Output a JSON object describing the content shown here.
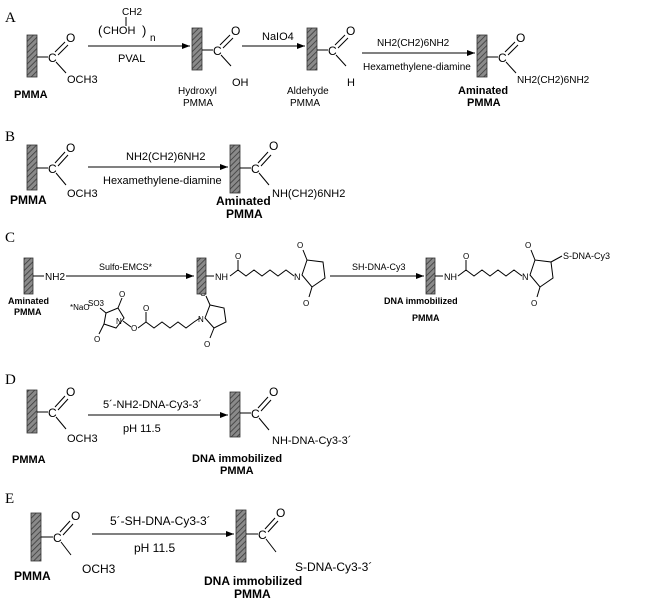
{
  "sections": {
    "A": {
      "label": "A",
      "start": "PMMA",
      "start_group": "OCH3",
      "step1_polymer": "CHOH",
      "step1_polymer_top": "CH2",
      "step1_repeat": "n",
      "step1_reagent": "PVAL",
      "hydroxyl_line1": "Hydroxyl",
      "hydroxyl_line2": "PMMA",
      "hydroxyl_group": "OH",
      "step2_reagent": "NaIO4",
      "aldehyde_line1": "Aldehyde",
      "aldehyde_line2": "PMMA",
      "aldehyde_group": "H",
      "step3_reagent": "NH2(CH2)6NH2",
      "step3_name": "Hexamethylene-diamine",
      "product_line1": "Aminated",
      "product_line2": "PMMA",
      "product_group": "NH2(CH2)6NH2"
    },
    "B": {
      "label": "B",
      "start": "PMMA",
      "start_group": "OCH3",
      "reagent": "NH2(CH2)6NH2",
      "reagent_name": "Hexamethylene-diamine",
      "product_line1": "Aminated",
      "product_line2": "PMMA",
      "product_group": "NH(CH2)6NH2"
    },
    "C": {
      "label": "C",
      "start_line1": "Aminated",
      "start_line2": "PMMA",
      "start_group": "NH2",
      "reagent1": "Sulfo-EMCS*",
      "intermediate_nh": "NH",
      "reagent2": "SH-DNA-Cy3",
      "product_line1": "DNA immobilized",
      "product_line2": "PMMA",
      "product_nh": "NH",
      "product_group": "S-DNA-Cy3",
      "emcs_salt": "*NaO",
      "emcs_so3": "SO3",
      "emcs_n": "N",
      "emcs_o": "O"
    },
    "D": {
      "label": "D",
      "start": "PMMA",
      "start_group": "OCH3",
      "reagent": "5´-NH2-DNA-Cy3-3´",
      "condition": "pH 11.5",
      "product_line1": "DNA immobilized",
      "product_line2": "PMMA",
      "product_group": "NH-DNA-Cy3-3´"
    },
    "E": {
      "label": "E",
      "start": "PMMA",
      "start_group": "OCH3",
      "reagent": "5´-SH-DNA-Cy3-3´",
      "condition": "pH 11.5",
      "product_line1": "DNA immobilized",
      "product_line2": "PMMA",
      "product_group": "S-DNA-Cy3-3´"
    }
  },
  "atoms": {
    "carbon": "C",
    "oxygen": "O"
  }
}
